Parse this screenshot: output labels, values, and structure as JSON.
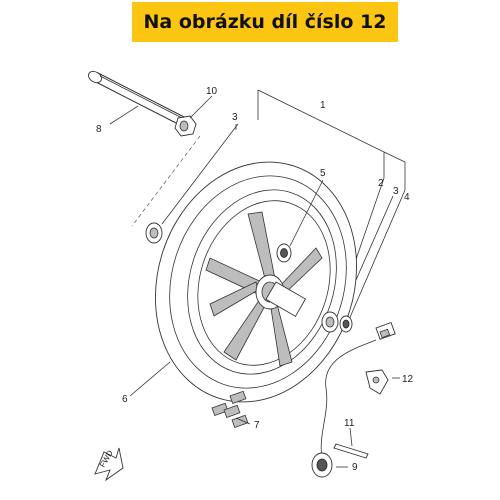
{
  "banner": {
    "text": "Na obrázku díl číslo 12"
  },
  "callouts": {
    "c1": "1",
    "c2": "2",
    "c3a": "3",
    "c3b": "3",
    "c4": "4",
    "c5": "5",
    "c6": "6",
    "c7": "7",
    "c8": "8",
    "c9": "9",
    "c10": "10",
    "c11": "11",
    "c12": "12"
  },
  "fwd_label": "FWD",
  "colors": {
    "banner": "#fcc512",
    "line": "#333333"
  }
}
